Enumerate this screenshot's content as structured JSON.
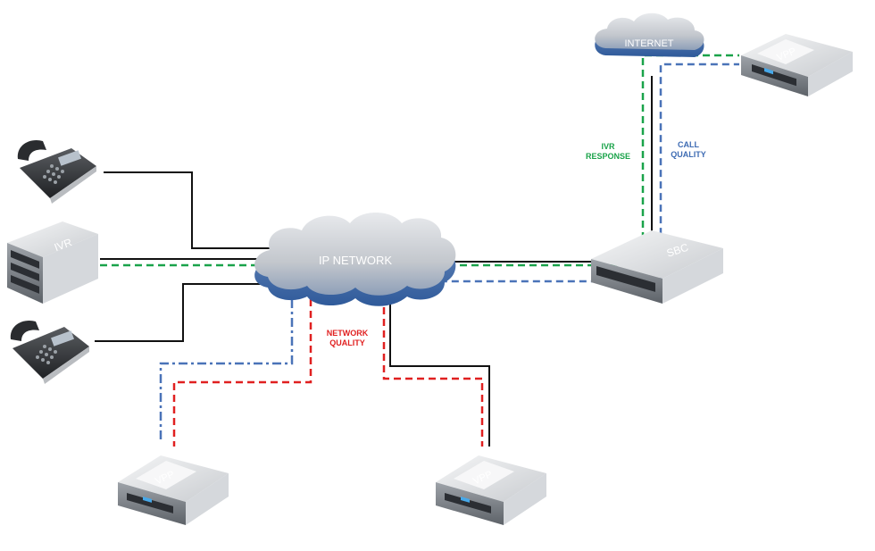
{
  "nodes": {
    "internet": {
      "label": "INTERNET"
    },
    "ip_network": {
      "label": "IP NETWORK"
    },
    "sbc": {
      "label": "SBC"
    },
    "ivr": {
      "label": "IVR"
    },
    "vpp_top_right": {
      "label": "VPP"
    },
    "vpp_bottom_left": {
      "label": "VPP"
    },
    "vpp_bottom_right": {
      "label": "VPP"
    }
  },
  "annotations": {
    "ivr_response": {
      "line1": "IVR",
      "line2": "RESPONSE",
      "color": "#1aa34a"
    },
    "call_quality": {
      "line1": "CALL",
      "line2": "QUALITY",
      "color": "#3d6bb3"
    },
    "network_quality": {
      "line1": "NETWORK",
      "line2": "QUALITY",
      "color": "#e02020"
    }
  },
  "colors": {
    "link_solid": "#111111",
    "path_green": "#1aa34a",
    "path_blue": "#4a73b8",
    "path_red": "#e02020",
    "cloud_fill": "#c9ccd1",
    "cloud_edge": "#3f6fb0"
  }
}
